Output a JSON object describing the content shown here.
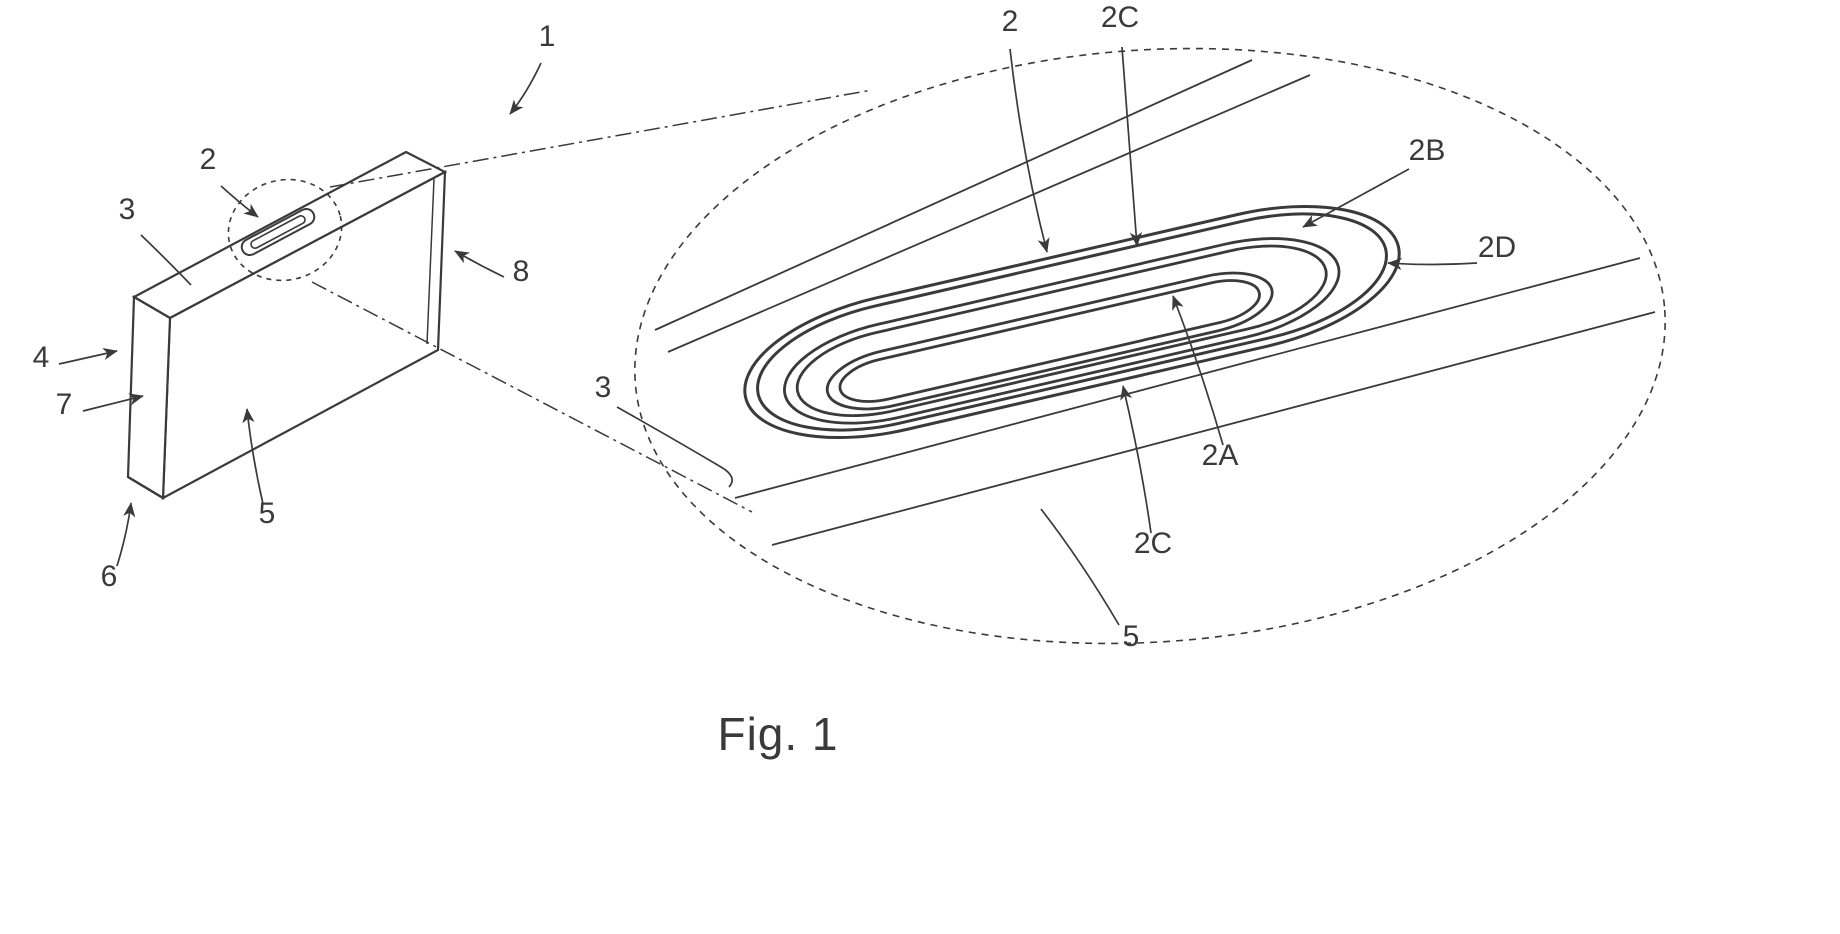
{
  "figure": {
    "caption": "Fig. 1"
  },
  "colors": {
    "ink": "#3a3a3a",
    "background": "#ffffff"
  },
  "overview_labels": {
    "n1": "1",
    "n2": "2",
    "n3": "3",
    "n4": "4",
    "n5": "5",
    "n6": "6",
    "n7": "7",
    "n8": "8"
  },
  "detail_labels": {
    "n2": "2",
    "n2a": "2A",
    "n2b": "2B",
    "n2c_top": "2C",
    "n2c_bottom": "2C",
    "n2d": "2D",
    "n3": "3",
    "n5": "5"
  }
}
